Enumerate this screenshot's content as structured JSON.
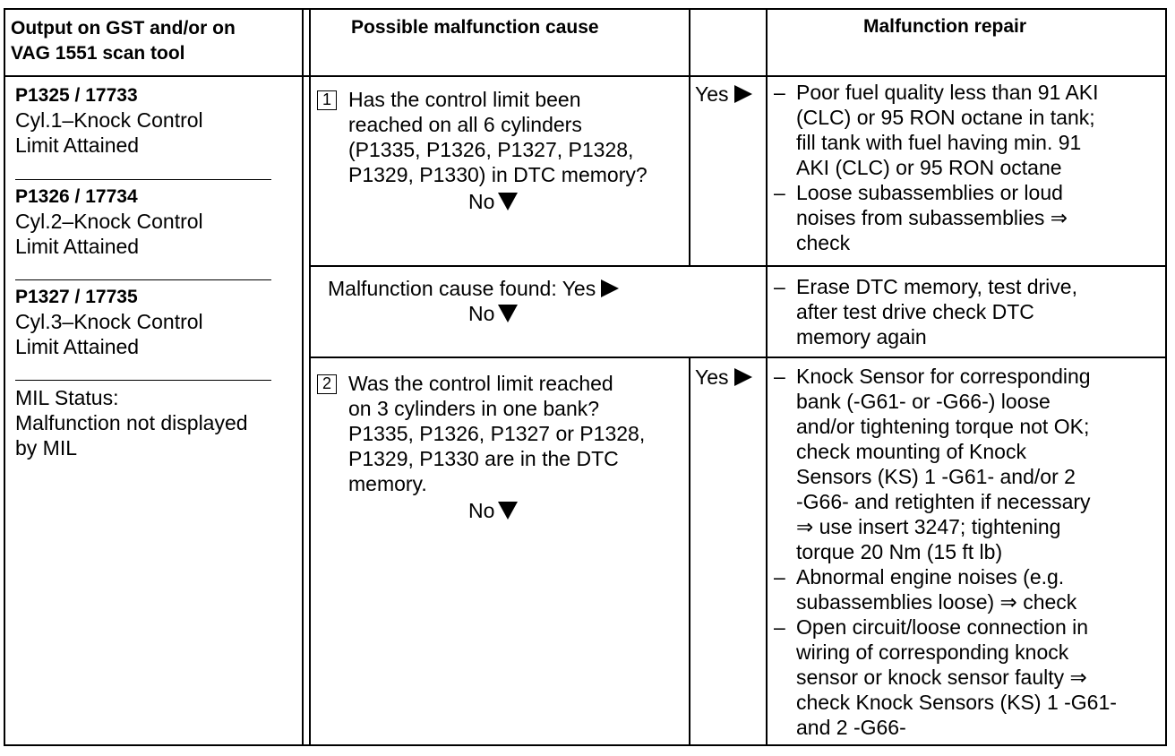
{
  "headers": {
    "col1": "Output on GST and/or on\nVAG 1551 scan tool",
    "col2": "Possible malfunction cause",
    "col3": "Malfunction repair"
  },
  "left": {
    "codes": [
      {
        "code": "P1325 / 17733",
        "desc": "Cyl.1–Knock Control\nLimit Attained"
      },
      {
        "code": "P1326 / 17734",
        "desc": "Cyl.2–Knock Control\nLimit Attained"
      },
      {
        "code": "P1327 / 17735",
        "desc": "Cyl.3–Knock Control\nLimit Attained"
      }
    ],
    "mil": "MIL Status:\nMalfunction not displayed\nby MIL"
  },
  "step1": {
    "num": "1",
    "question": "Has the control limit been\nreached on all 6 cylinders\n(P1335, P1326, P1327, P1328,\nP1329, P1330) in DTC memory?",
    "no": "No",
    "yes": "Yes",
    "repairs": [
      "Poor fuel quality less than 91 AKI\n(CLC) or 95 RON octane in tank;\nfill tank with fuel having min. 91\nAKI (CLC) or 95 RON octane",
      "Loose subassemblies or loud\nnoises from subassemblies ⇒\ncheck"
    ]
  },
  "found": {
    "text": "Malfunction cause found: Yes",
    "no": "No",
    "repair": "Erase DTC memory, test drive,\nafter test drive check DTC\nmemory again"
  },
  "step2": {
    "num": "2",
    "question": "Was the control limit reached\non 3 cylinders in one bank?\nP1335, P1326, P1327 or P1328,\nP1329, P1330 are in the DTC\nmemory.",
    "no": "No",
    "yes": "Yes",
    "repairs": [
      "Knock Sensor for corresponding\nbank (-G61- or -G66-) loose\nand/or tightening torque not OK;\ncheck mounting of Knock\nSensors (KS) 1 -G61- and/or 2\n-G66- and retighten if necessary\n⇒ use insert 3247; tightening\ntorque 20 Nm (15 ft lb)",
      "Abnormal engine noises (e.g.\nsubassemblies loose) ⇒ check",
      "Open circuit/loose connection in\nwiring of corresponding knock\nsensor or knock sensor faulty ⇒\ncheck Knock Sensors (KS) 1 -G61-\nand 2 -G66-"
    ]
  },
  "dash": "–"
}
